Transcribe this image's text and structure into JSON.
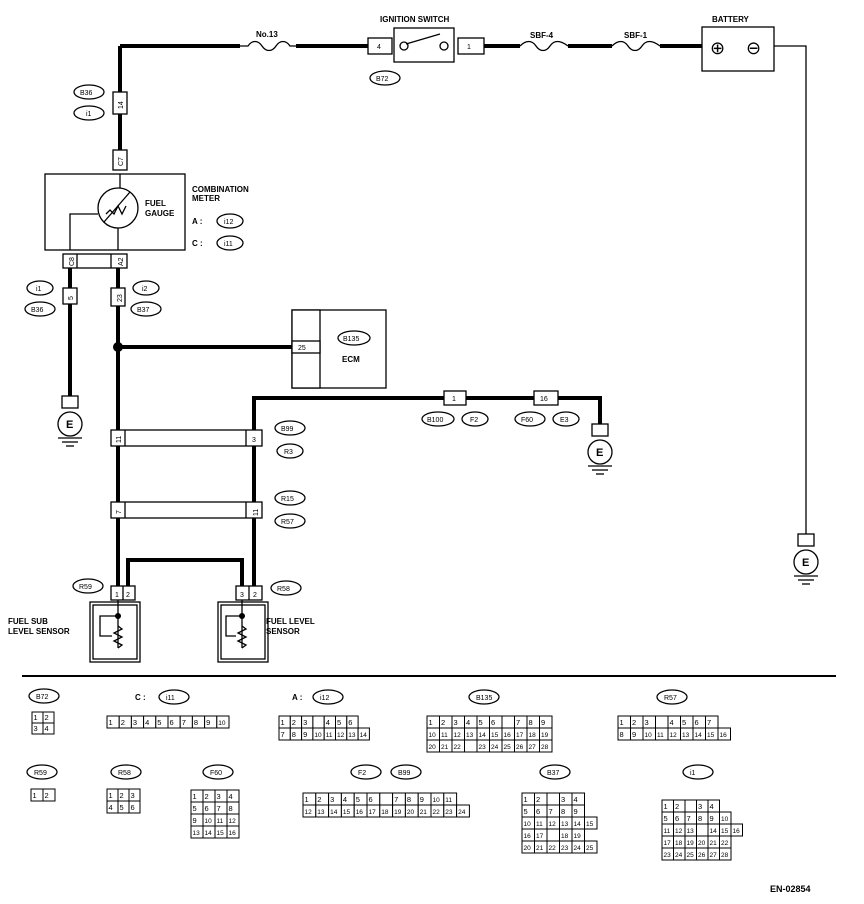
{
  "components": {
    "ignition_switch": "IGNITION SWITCH",
    "battery": "BATTERY",
    "combination_meter": [
      "COMBINATION",
      "METER"
    ],
    "fuel_gauge": [
      "FUEL",
      "GAUGE"
    ],
    "meter_conn_a": "A :",
    "meter_conn_c": "C :",
    "ecm": "ECM",
    "fuel_sub_sensor": [
      "FUEL SUB",
      "LEVEL SENSOR"
    ],
    "fuel_level_sensor": [
      "FUEL LEVEL",
      "SENSOR"
    ],
    "ground": "E"
  },
  "fuses": {
    "no13": "No.13",
    "sbf4": "SBF-4",
    "sbf1": "SBF-1"
  },
  "battery_terminals": {
    "pos": "⊕",
    "neg": "⊖"
  },
  "connector_tags": {
    "b72": "B72",
    "b36": "B36",
    "i1": "i1",
    "i2": "i2",
    "b37": "B37",
    "i12": "i12",
    "i11": "i11",
    "b135": "B135",
    "b100": "B100",
    "f2": "F2",
    "f60": "F60",
    "e3": "E3",
    "b99": "B99",
    "r3": "R3",
    "r15": "R15",
    "r57": "R57",
    "r59": "R59",
    "r58": "R58"
  },
  "pins": {
    "ign_4": "4",
    "ign_1": "1",
    "b36_14": "14",
    "meter_c7": "C7",
    "meter_c8": "C8",
    "meter_a2": "A2",
    "i1_5": "5",
    "i2_23": "23",
    "ecm_25": "25",
    "b100_1": "1",
    "f60_16": "16",
    "b99_11": "11",
    "b99_3": "3",
    "r15_7": "7",
    "r15_11": "11",
    "r59_1": "1",
    "r59_2": "2",
    "r58_3": "3",
    "r58_2": "2"
  },
  "legend": {
    "b72": {
      "label": "B72",
      "rows": [
        [
          "1",
          "2"
        ],
        [
          "3",
          "4"
        ]
      ]
    },
    "i11": {
      "prefix": "C :",
      "label": "i11",
      "rows": [
        [
          "1",
          "2",
          "3",
          "4",
          "5",
          "6",
          "7",
          "8",
          "9",
          "10"
        ]
      ]
    },
    "i12": {
      "prefix": "A :",
      "label": "i12",
      "rows": [
        [
          "1",
          "2",
          "3",
          "",
          "4",
          "5",
          "6"
        ],
        [
          "7",
          "8",
          "9",
          "10",
          "11",
          "12",
          "13",
          "14"
        ]
      ]
    },
    "b135": {
      "label": "B135",
      "rows": [
        [
          "1",
          "2",
          "3",
          "4",
          "5",
          "6",
          "",
          "7",
          "8",
          "9"
        ],
        [
          "10",
          "11",
          "12",
          "13",
          "14",
          "15",
          "16",
          "17",
          "18",
          "19"
        ],
        [
          "20",
          "21",
          "22",
          "",
          "23",
          "24",
          "25",
          "26",
          "27",
          "28"
        ]
      ]
    },
    "r57": {
      "label": "R57",
      "rows": [
        [
          "1",
          "2",
          "3",
          "",
          "4",
          "5",
          "6",
          "7"
        ],
        [
          "8",
          "9",
          "10",
          "11",
          "12",
          "13",
          "14",
          "15",
          "16"
        ]
      ]
    },
    "r59": {
      "label": "R59",
      "rows": [
        [
          "1",
          "2"
        ]
      ]
    },
    "r58": {
      "label": "R58",
      "rows": [
        [
          "1",
          "2",
          "3"
        ],
        [
          "4",
          "5",
          "6"
        ]
      ]
    },
    "f60": {
      "label": "F60",
      "rows": [
        [
          "1",
          "2",
          "3",
          "4"
        ],
        [
          "5",
          "6",
          "7",
          "8"
        ],
        [
          "9",
          "10",
          "11",
          "12"
        ],
        [
          "13",
          "14",
          "15",
          "16"
        ]
      ]
    },
    "f2": {
      "label": "F2",
      "rows": [
        [
          "1",
          "2",
          "3",
          "4",
          "5",
          "6",
          "",
          "7",
          "8",
          "9",
          "10",
          "11"
        ],
        [
          "12",
          "13",
          "14",
          "15",
          "16",
          "17",
          "18",
          "19",
          "20",
          "21",
          "22",
          "23",
          "24"
        ]
      ]
    },
    "b99": {
      "label": "B99"
    },
    "b37": {
      "label": "B37",
      "rows": [
        [
          "1",
          "2",
          "",
          "3",
          "4"
        ],
        [
          "5",
          "6",
          "7",
          "8",
          "9"
        ],
        [
          "10",
          "11",
          "12",
          "13",
          "14",
          "15"
        ],
        [
          "16",
          "17",
          "",
          "18",
          "19"
        ],
        [
          "20",
          "21",
          "22",
          "23",
          "24",
          "25"
        ]
      ]
    },
    "i1": {
      "label": "i1",
      "rows": [
        [
          "1",
          "2",
          "",
          "3",
          "4"
        ],
        [
          "5",
          "6",
          "7",
          "8",
          "9",
          "10"
        ],
        [
          "11",
          "12",
          "13",
          "",
          "14",
          "15",
          "16"
        ],
        [
          "17",
          "18",
          "19",
          "20",
          "21",
          "22"
        ],
        [
          "23",
          "24",
          "25",
          "26",
          "27",
          "28"
        ]
      ]
    }
  },
  "doc_id": "EN-02854"
}
